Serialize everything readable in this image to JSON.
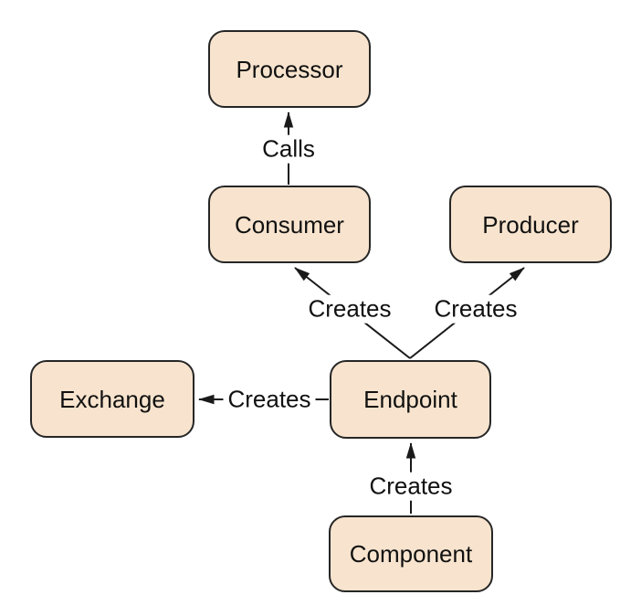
{
  "diagram": {
    "type": "class-relationship-diagram",
    "colors": {
      "background": "#ffffff",
      "node_fill": "#f8e4ce",
      "node_border": "#262626",
      "line": "#1a1a1a",
      "text": "#111111"
    },
    "nodes": {
      "processor": {
        "label": "Processor"
      },
      "consumer": {
        "label": "Consumer"
      },
      "producer": {
        "label": "Producer"
      },
      "exchange": {
        "label": "Exchange"
      },
      "endpoint": {
        "label": "Endpoint"
      },
      "component": {
        "label": "Component"
      }
    },
    "edges": [
      {
        "from": "Consumer",
        "to": "Processor",
        "label": "Calls"
      },
      {
        "from": "Endpoint",
        "to": "Consumer",
        "label": "Creates"
      },
      {
        "from": "Endpoint",
        "to": "Producer",
        "label": "Creates"
      },
      {
        "from": "Endpoint",
        "to": "Exchange",
        "label": "Creates"
      },
      {
        "from": "Component",
        "to": "Endpoint",
        "label": "Creates"
      }
    ]
  }
}
